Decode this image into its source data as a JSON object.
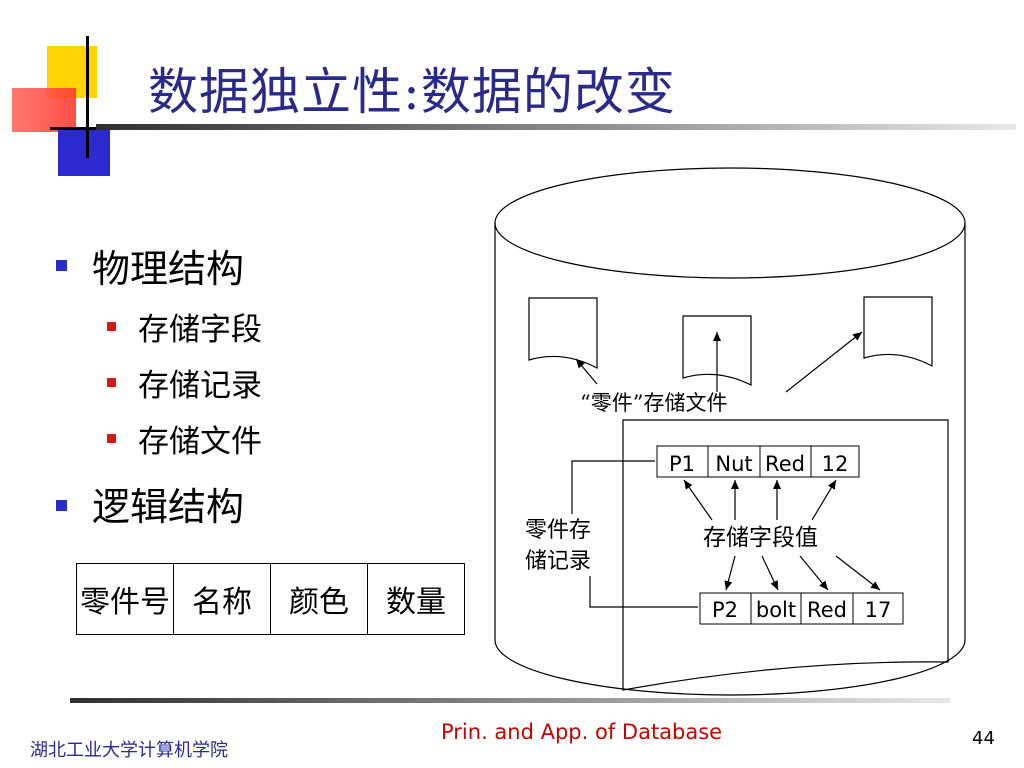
{
  "slide": {
    "title": "数据独立性:数据的改变",
    "page_number": "44",
    "footer_left": "湖北工业大学计算机学院",
    "footer_center": "Prin. and App. of Database"
  },
  "bullets": [
    {
      "label": "物理结构",
      "level": 1
    },
    {
      "label": "存储字段",
      "level": 2
    },
    {
      "label": "存储记录",
      "level": 2
    },
    {
      "label": "存储文件",
      "level": 2
    },
    {
      "label": "逻辑结构",
      "level": 1
    }
  ],
  "logical_table": {
    "columns": [
      "零件号",
      "名称",
      "颜色",
      "数量"
    ]
  },
  "diagram": {
    "file_label": "“零件”存储文件",
    "field_label": "存储字段值",
    "record_label_line1": "零件存",
    "record_label_line2": "储记录",
    "record1": [
      "P1",
      "Nut",
      "Red",
      "12"
    ],
    "record2": [
      "P2",
      "bolt",
      "Red",
      "17"
    ]
  },
  "colors": {
    "title": "#2a2a8c",
    "bullet_level1": "#2b2bc8",
    "bullet_level2": "#d81818",
    "footer_center": "#cc0000",
    "logo_yellow": "#ffd200",
    "logo_red": "#ff4a40",
    "logo_blue": "#2a2ad0"
  }
}
